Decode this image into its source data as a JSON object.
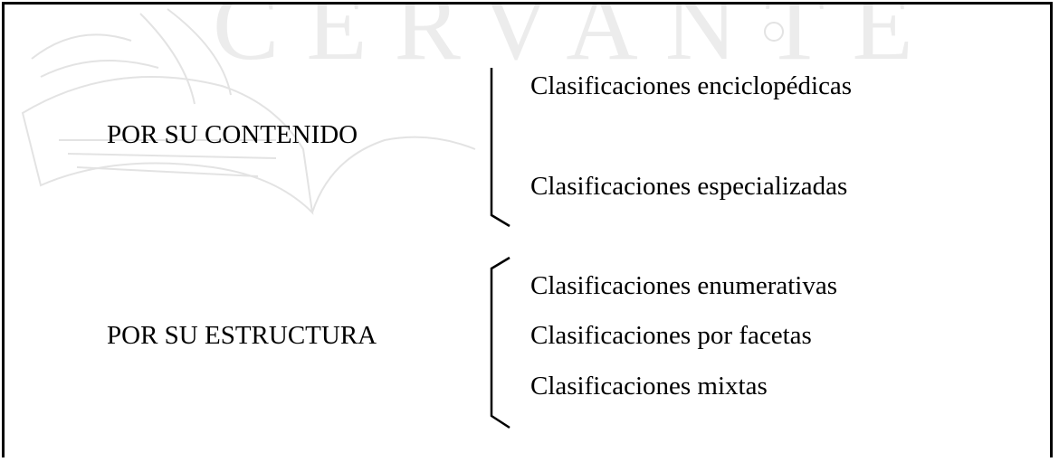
{
  "watermark": {
    "text": "CERVANTES",
    "color": "#e6e6e6"
  },
  "groups": [
    {
      "label": "POR SU CONTENIDO",
      "items": [
        "Clasificaciones enciclopédicas",
        "Clasificaciones especializadas"
      ]
    },
    {
      "label": "POR SU ESTRUCTURA",
      "items": [
        "Clasificaciones enumerativas",
        "Clasificaciones por facetas",
        "Clasificaciones mixtas"
      ]
    }
  ]
}
